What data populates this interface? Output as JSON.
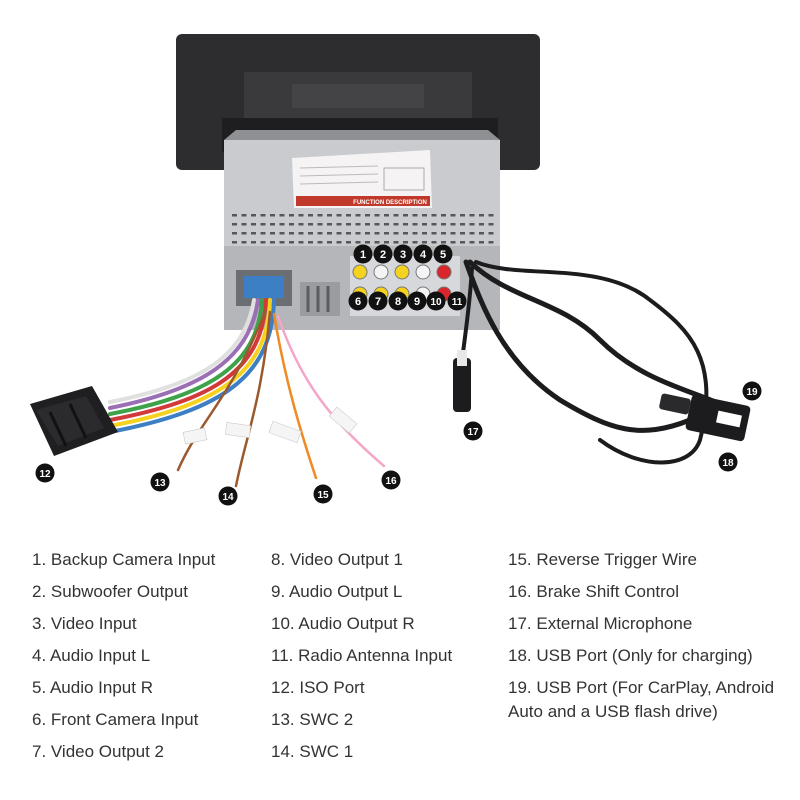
{
  "colors": {
    "badge": "#111111",
    "wire_pink": "#f3a6c8",
    "wire_orange": "#f08a24",
    "wire_brown": "#9a5a2e",
    "wire_violet": "#9b6fb5",
    "wire_green": "#3da24a",
    "wire_blue": "#3d7fc4",
    "wire_red": "#d23a3a",
    "rca_yellow": "#f4d21f",
    "rca_red": "#d9262c",
    "rca_white": "#f4f4f4"
  },
  "label": {
    "section_title": "FUNCTION DESCRIPTION"
  },
  "badges": [
    "1",
    "2",
    "3",
    "4",
    "5",
    "6",
    "7",
    "8",
    "9",
    "10",
    "11",
    "12",
    "13",
    "14",
    "15",
    "16",
    "17",
    "18",
    "19"
  ],
  "legend": {
    "col1": [
      "1. Backup Camera Input",
      "2. Subwoofer Output",
      "3. Video Input",
      "4. Audio Input L",
      "5. Audio Input R",
      "6. Front Camera Input",
      "7. Video Output 2"
    ],
    "col2": [
      "8. Video Output 1",
      "9. Audio Output L",
      "10. Audio Output R",
      "11. Radio Antenna Input",
      "12. ISO Port",
      "13. SWC 2",
      "14. SWC 1"
    ],
    "col3": [
      "15. Reverse Trigger Wire",
      "16. Brake Shift Control",
      "17. External Microphone",
      "18. USB Port (Only for charging)",
      "19. USB Port (For CarPlay, Android Auto and a USB flash drive)"
    ]
  }
}
